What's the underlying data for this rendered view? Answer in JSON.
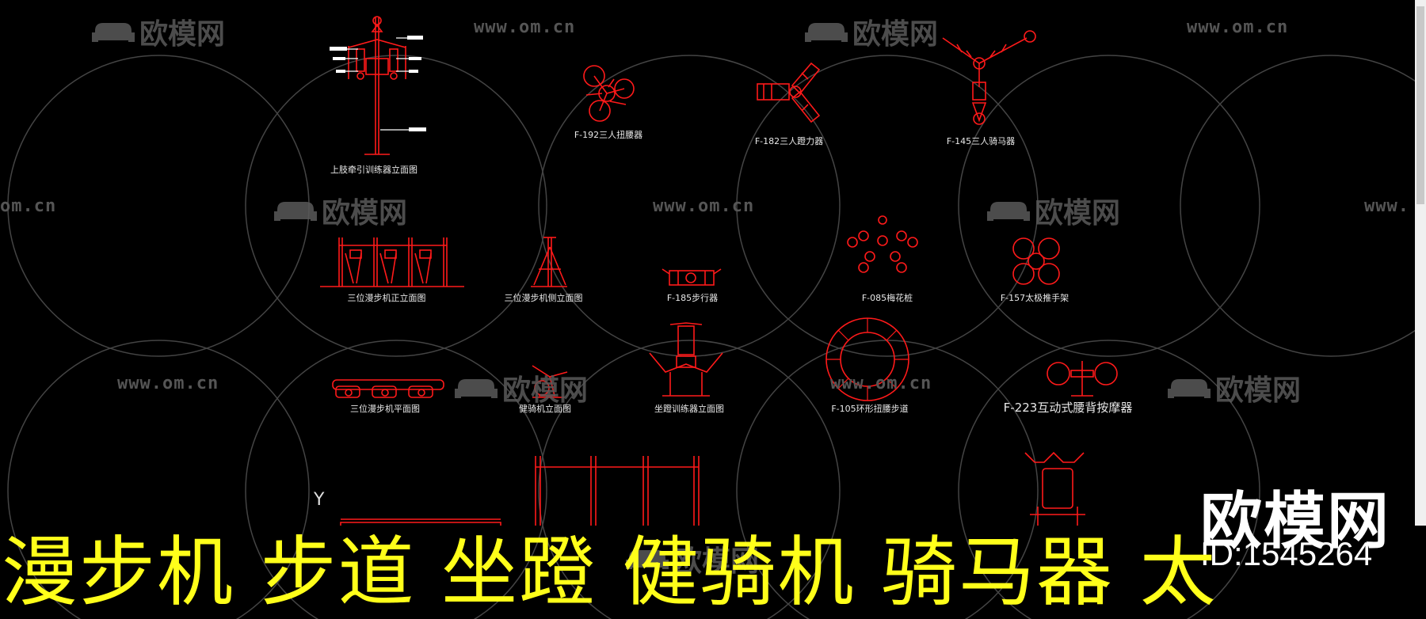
{
  "labels": {
    "upper_limb": "上肢牵引训练器立面图",
    "f192": "F-192三人扭腰器",
    "f182": "F-182三人蹬力器",
    "f145": "F-145三人骑马器",
    "walker_front": "三位漫步机正立面图",
    "walker_side": "三位漫步机侧立面图",
    "f185": "F-185步行器",
    "f085": "F-085梅花桩",
    "f157": "F-157太极推手架",
    "walker_plan": "三位漫步机平面图",
    "bike_elev": "健骑机立面图",
    "seat_press": "坐蹬训练器立面图",
    "f105": "F-105环形扭腰步道",
    "f223": "F-223互动式腰背按摩器"
  },
  "watermark": {
    "logo_text": "欧模网",
    "url": "www.om.cn",
    "url_left_fragment": "om.cn",
    "url_right_fragment": "www."
  },
  "brand": {
    "name": "欧模网",
    "id": "ID:1545264"
  },
  "banner": {
    "text": "漫步机  步道  坐蹬  健骑机  骑马器  太"
  },
  "ucs": {
    "y_axis": "Y"
  },
  "colors": {
    "background": "#000000",
    "linework": "#ff1a1a",
    "banner_text": "#ffff1a",
    "watermark": "#5a5a5a"
  }
}
